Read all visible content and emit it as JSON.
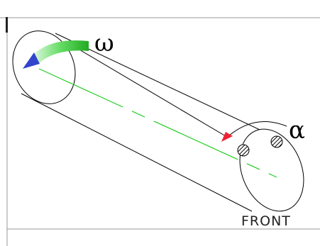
{
  "labels": {
    "omega": "ω",
    "alpha": "α",
    "front": "FRONT"
  },
  "colors": {
    "outline": "#000000",
    "centerline": "#22cc22",
    "rotation_arrow": "#33bb33",
    "blue_arrowhead": "#3344cc",
    "red_arrowhead": "#ee2233",
    "frame_border": "#999999"
  }
}
